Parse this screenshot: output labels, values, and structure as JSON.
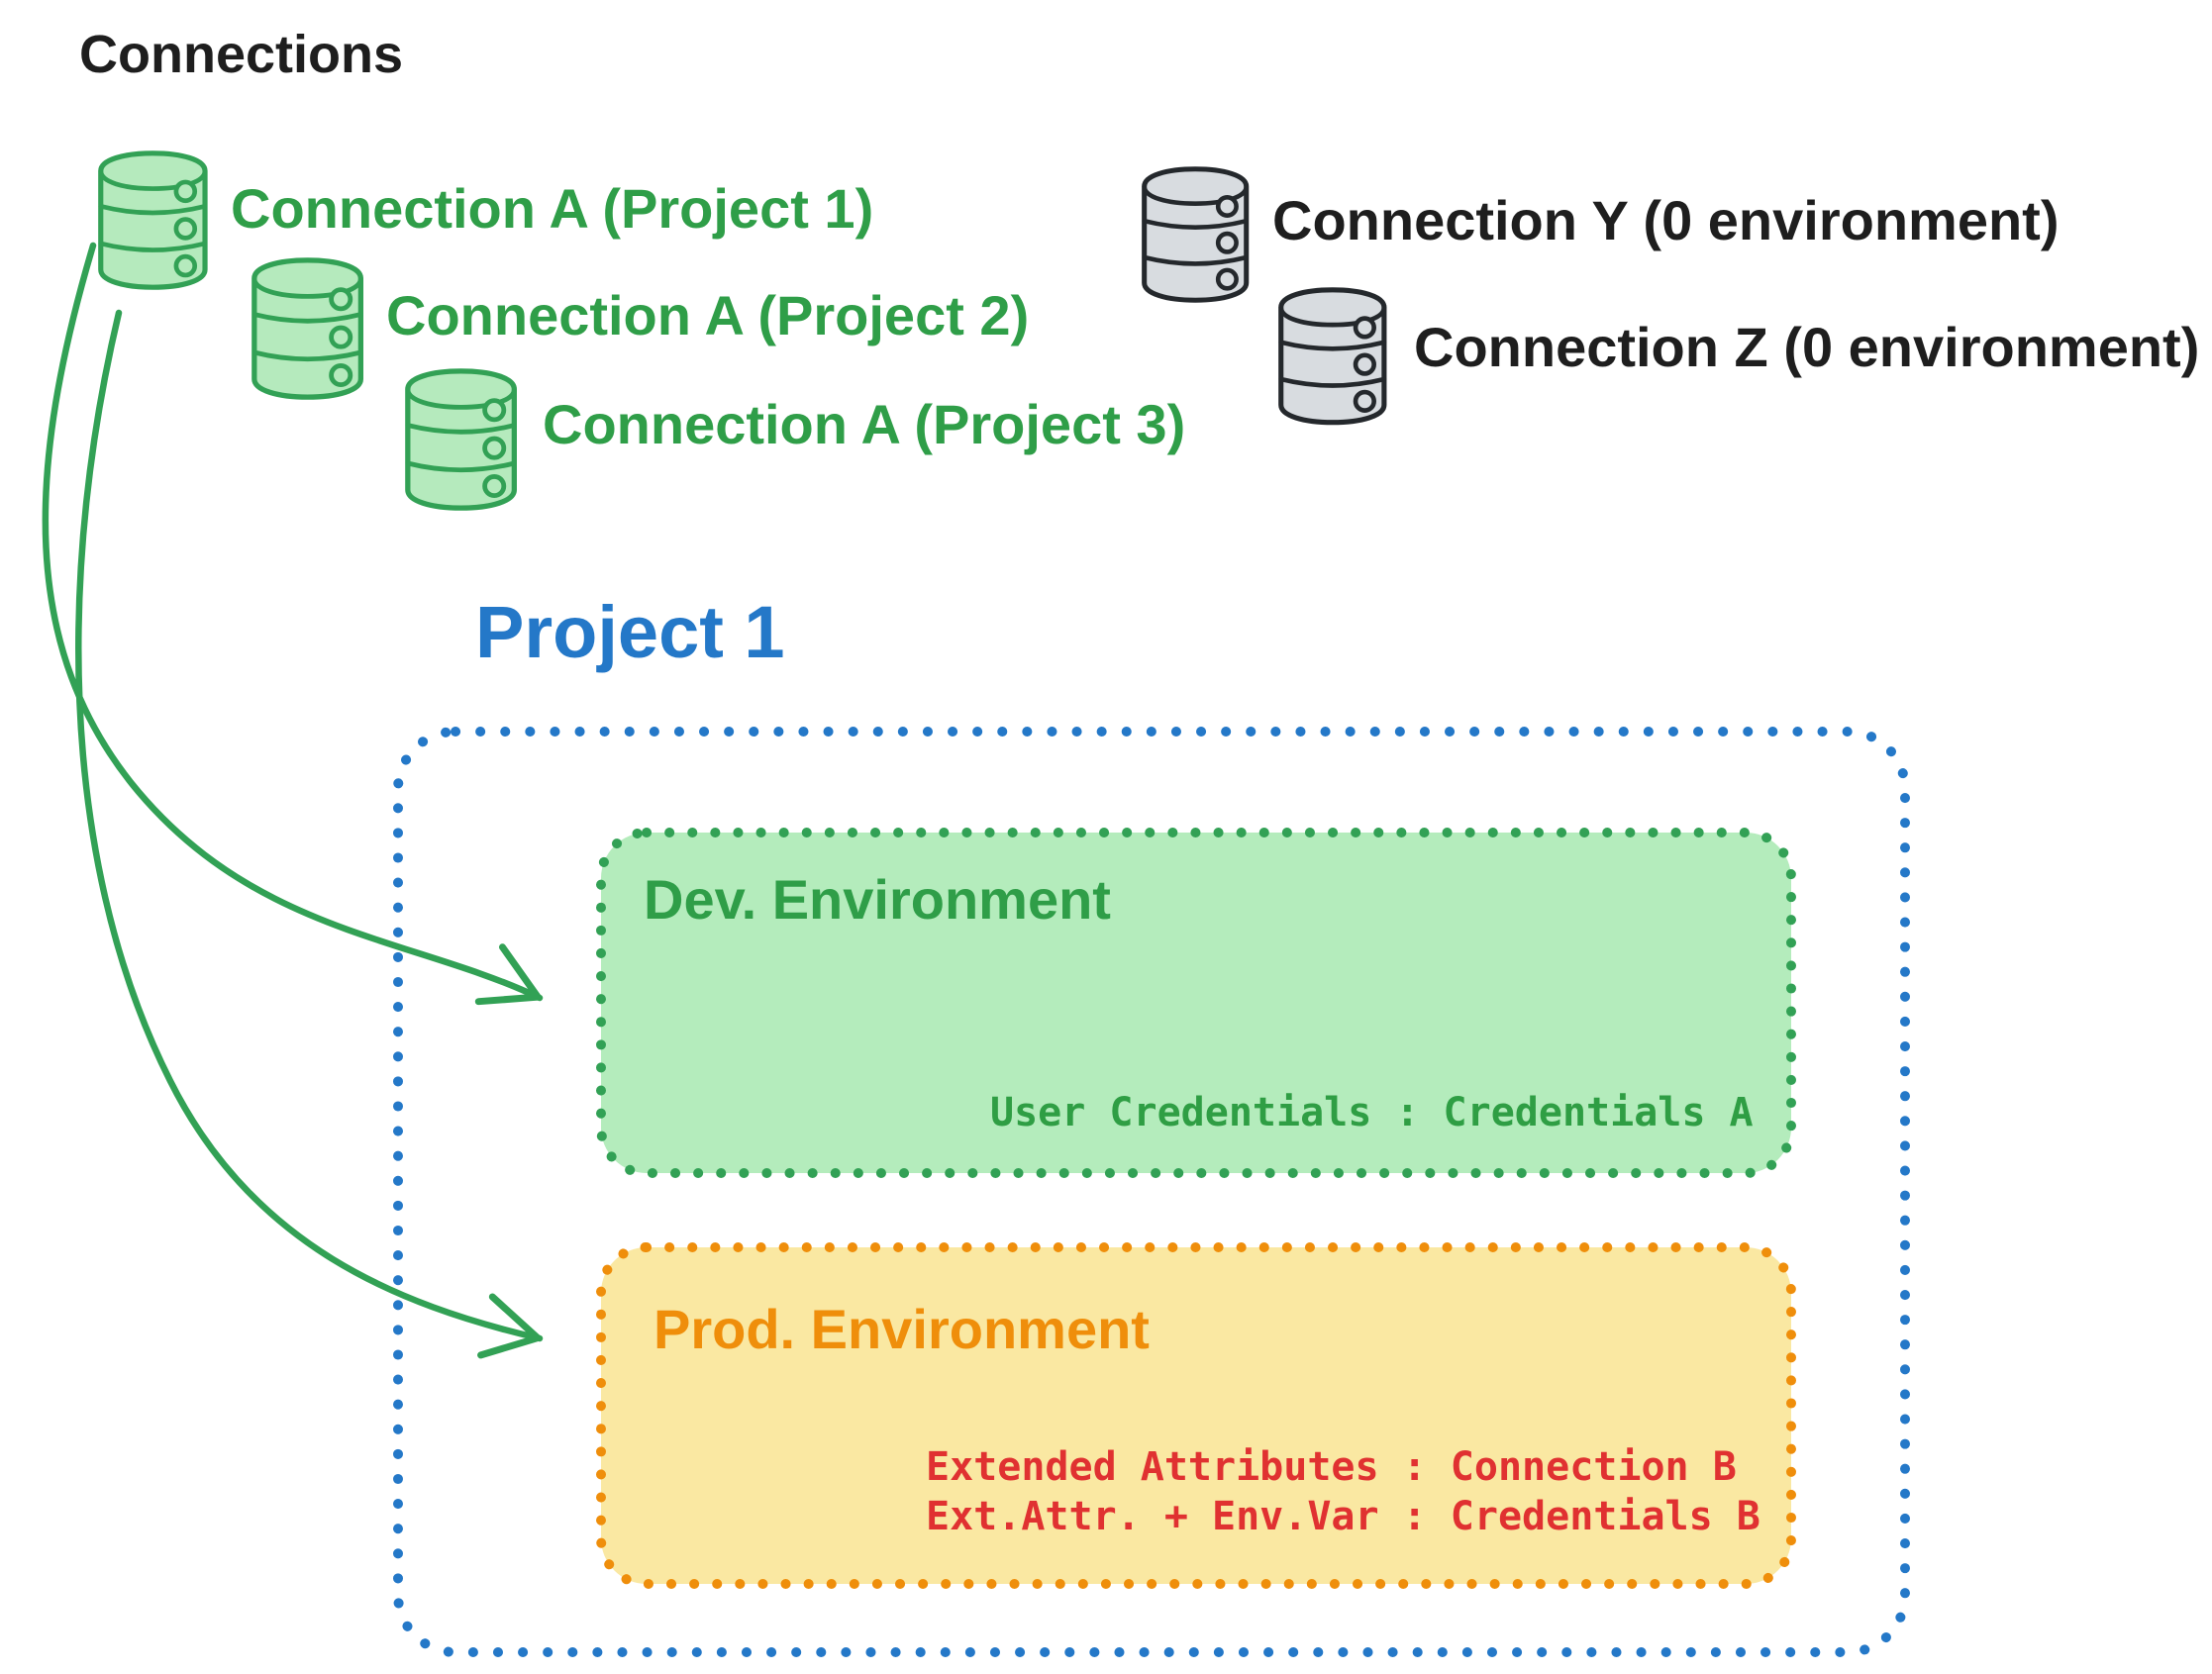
{
  "header": {
    "title": "Connections"
  },
  "shared_connections": [
    {
      "label": "Connection A (Project 1)",
      "icon": "database-icon",
      "color": "#2f9e48"
    },
    {
      "label": "Connection A (Project 2)",
      "icon": "database-icon",
      "color": "#2f9e48"
    },
    {
      "label": "Connection A (Project 3)",
      "icon": "database-icon",
      "color": "#2f9e48"
    }
  ],
  "standalone_connections": [
    {
      "label": "Connection Y (0 environment)",
      "icon": "database-icon",
      "color": "#1e1e1e"
    },
    {
      "label": "Connection Z (0 environment)",
      "icon": "database-icon",
      "color": "#1e1e1e"
    }
  ],
  "project": {
    "title": "Project 1",
    "environments": [
      {
        "name": "Dev. Environment",
        "credentials": [
          "User Credentials : Credentials A"
        ]
      },
      {
        "name": "Prod. Environment",
        "credentials": [
          "Extended Attributes : Connection B",
          "Ext.Attr. + Env.Var : Credentials B"
        ]
      }
    ]
  },
  "colors": {
    "ink": "#1e1e1e",
    "green_stroke": "#32a155",
    "green_fill": "#b5eabd",
    "blue": "#2478c8",
    "orange_stroke": "#ef8e0b",
    "orange_fill": "#fae8a2",
    "red": "#e03131",
    "gray_fill": "#d8dce0",
    "gray_stroke": "#24282c"
  }
}
